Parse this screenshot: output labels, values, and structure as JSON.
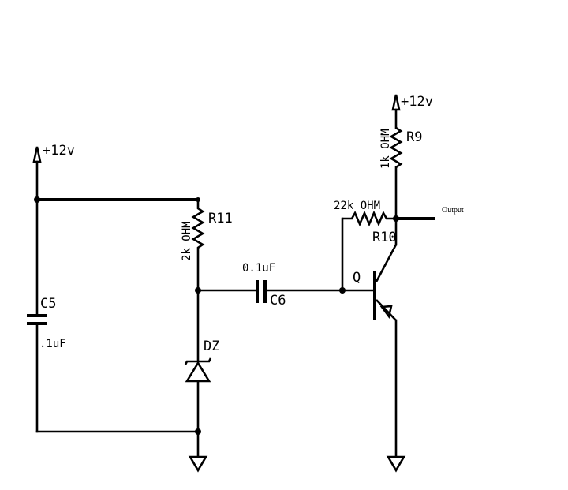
{
  "supplies": {
    "left": "+12v",
    "right": "+12v"
  },
  "components": {
    "c5": {
      "name": "C5",
      "value": ".1uF"
    },
    "r11": {
      "name": "R11",
      "value": "2k OHM"
    },
    "c6": {
      "name": "C6",
      "value": "0.1uF"
    },
    "dz": {
      "name": "DZ"
    },
    "r9": {
      "name": "R9",
      "value": "1k OHM"
    },
    "r10": {
      "name": "R10",
      "value": "22k OHM"
    },
    "q": {
      "name": "Q"
    }
  },
  "output_label": "Output"
}
